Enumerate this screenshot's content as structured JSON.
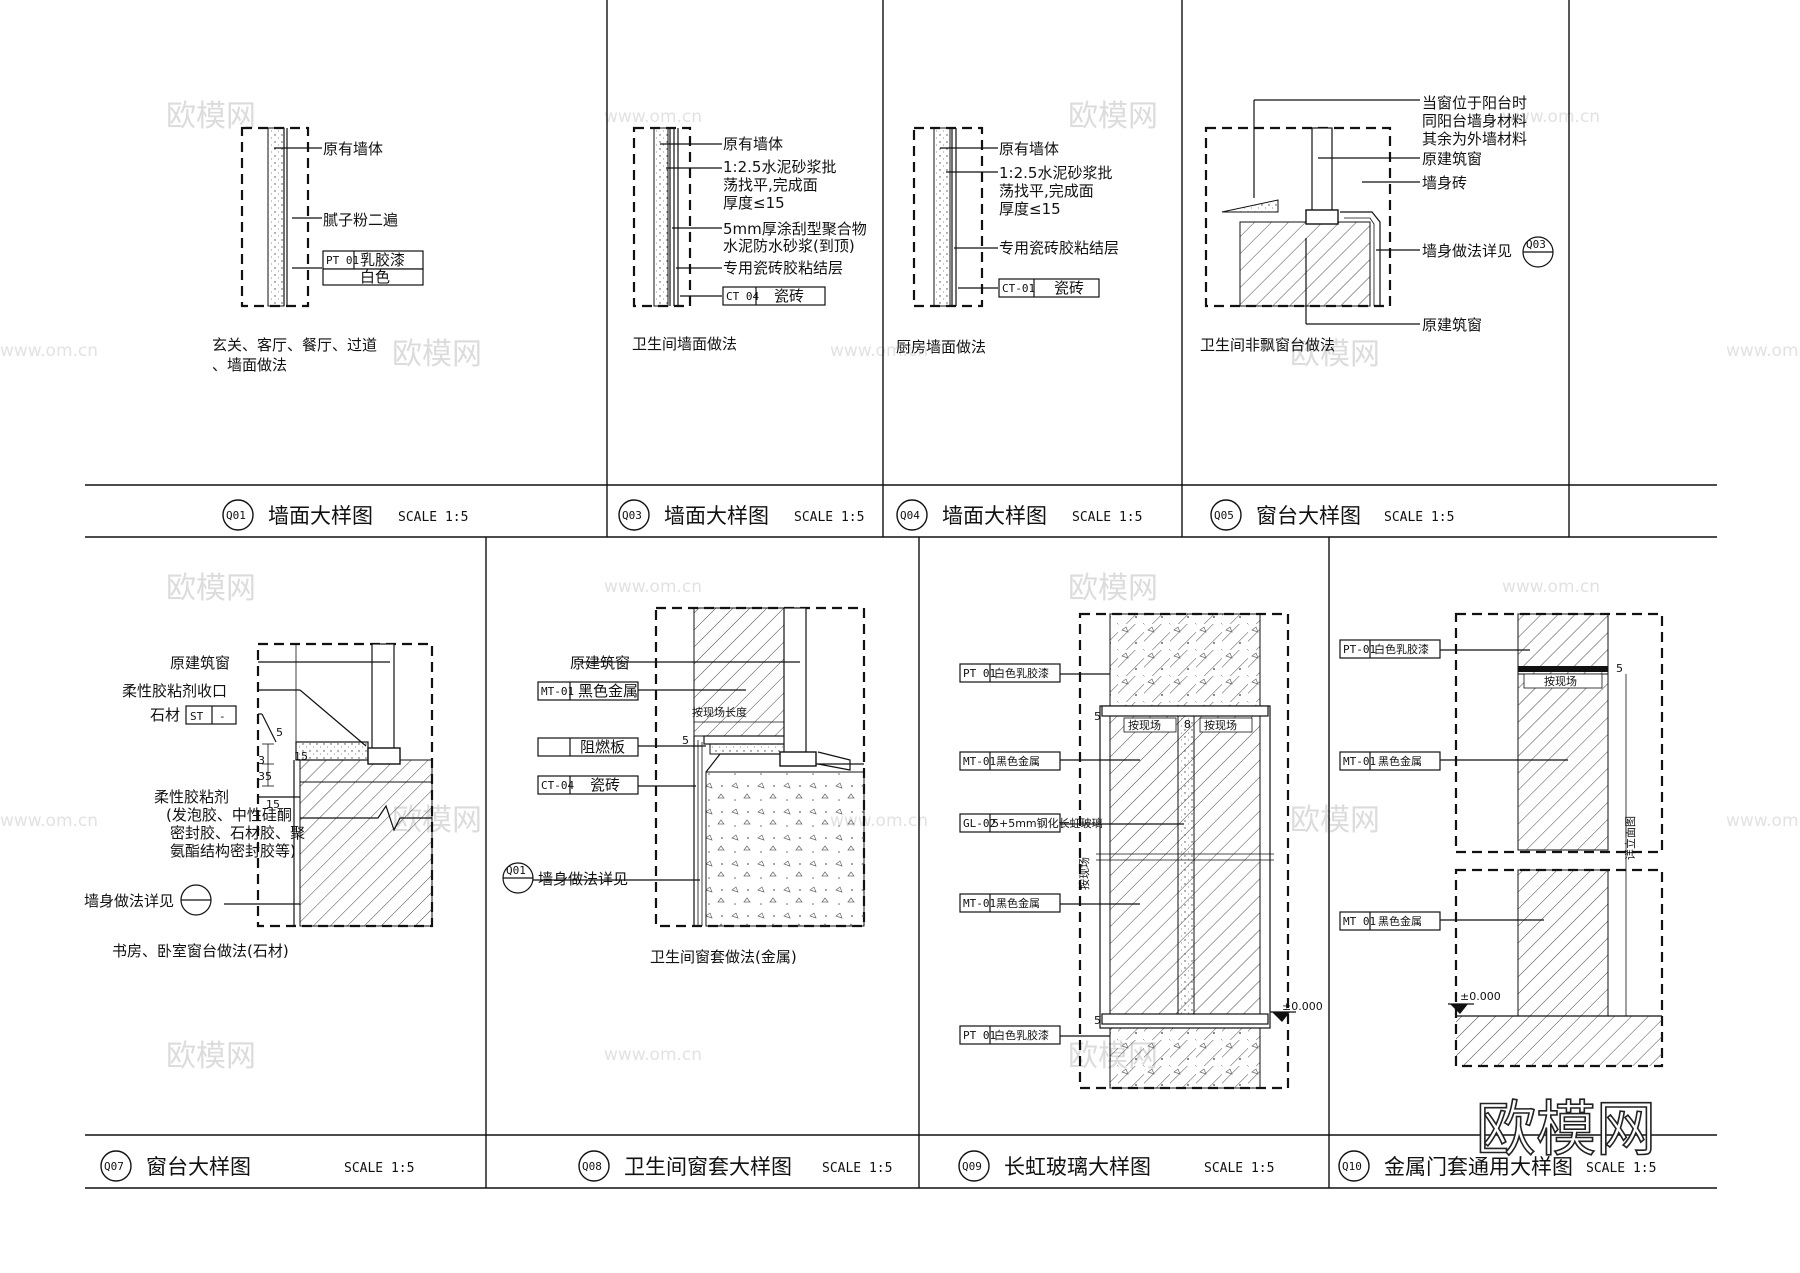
{
  "watermark": {
    "cn": "欧模网",
    "url": "www.om.cn",
    "corner": "欧模网"
  },
  "panels": [
    {
      "id": "Q01",
      "title": "墙面大样图",
      "scale": "SCALE 1:5",
      "labels": [
        "原有墙体",
        "腻子粉二遍"
      ],
      "tag_code": "PT 01",
      "tag_text": "乳胶漆",
      "tag_sub": "白色",
      "caption1": "玄关、客厅、餐厅、过道",
      "caption2": "、墙面做法"
    },
    {
      "id": "Q03",
      "title": "墙面大样图",
      "scale": "SCALE 1:5",
      "labels": [
        "原有墙体",
        "1:2.5水泥砂浆批",
        "荡找平,完成面",
        "厚度≤15",
        "5mm厚涂刮型聚合物",
        "水泥防水砂浆(到顶)",
        "专用瓷砖胶粘结层"
      ],
      "tag_code": "CT 04",
      "tag_text": "瓷砖",
      "caption1": "卫生间墙面做法"
    },
    {
      "id": "Q04",
      "title": "墙面大样图",
      "scale": "SCALE 1:5",
      "labels": [
        "原有墙体",
        "1:2.5水泥砂浆批",
        "荡找平,完成面",
        "厚度≤15",
        "专用瓷砖胶粘结层"
      ],
      "tag_code": "CT-01",
      "tag_text": "瓷砖",
      "caption1": "厨房墙面做法"
    },
    {
      "id": "Q05",
      "title": "窗台大样图",
      "scale": "SCALE 1:5",
      "labels": [
        "当窗位于阳台时",
        "同阳台墙身材料",
        "其余为外墙材料",
        "原建筑窗",
        "墙身砖",
        "墙身做法详见",
        "原建筑窗"
      ],
      "ref": "Q03",
      "caption1": "卫生间非飘窗台做法"
    },
    {
      "id": "Q07",
      "title": "窗台大样图",
      "scale": "SCALE 1:5",
      "labels": [
        "原建筑窗",
        "柔性胶粘剂收口",
        "石材",
        "柔性胶粘剂",
        "(发泡胶、中性硅酮",
        "密封胶、石材胶、聚",
        "氨酯结构密封胶等)",
        "墙身做法详见"
      ],
      "tag_code": "ST",
      "tag_text": "-",
      "dims": [
        "5",
        "3",
        "35",
        "15",
        "15"
      ],
      "caption1": "书房、卧室窗台做法(石材)"
    },
    {
      "id": "Q08",
      "title": "卫生间窗套大样图",
      "scale": "SCALE 1:5",
      "labels": [
        "原建筑窗",
        "按现场长度",
        "墙身做法详见"
      ],
      "tags": [
        {
          "code": "MT-01",
          "text": "黑色金属"
        },
        {
          "code": "",
          "text": "阻燃板"
        },
        {
          "code": "CT-04",
          "text": "瓷砖"
        }
      ],
      "ref": "Q01",
      "dim": "5",
      "caption1": "卫生间窗套做法(金属)"
    },
    {
      "id": "Q09",
      "title": "长虹玻璃大样图",
      "scale": "SCALE 1:5",
      "tags": [
        {
          "code": "PT 01",
          "text": "白色乳胶漆"
        },
        {
          "code": "MT-01",
          "text": "黑色金属"
        },
        {
          "code": "GL-02",
          "text": "5+5mm钢化长虹玻璃"
        },
        {
          "code": "MT-01",
          "text": "黑色金属"
        },
        {
          "code": "PT 01",
          "text": "白色乳胶漆"
        }
      ],
      "labels": [
        "按现场",
        "按现场",
        "按现场"
      ],
      "dims": [
        "5",
        "8",
        "5"
      ],
      "level": "±0.000"
    },
    {
      "id": "Q10",
      "title": "金属门套通用大样图",
      "scale": "SCALE 1:5",
      "tags": [
        {
          "code": "PT-01",
          "text": "白色乳胶漆"
        },
        {
          "code": "MT-01",
          "text": "黑色金属"
        },
        {
          "code": "MT 01",
          "text": "黑色金属"
        }
      ],
      "labels": [
        "按现场",
        "详立面图"
      ],
      "dims": [
        "5"
      ],
      "level": "±0.000"
    }
  ]
}
